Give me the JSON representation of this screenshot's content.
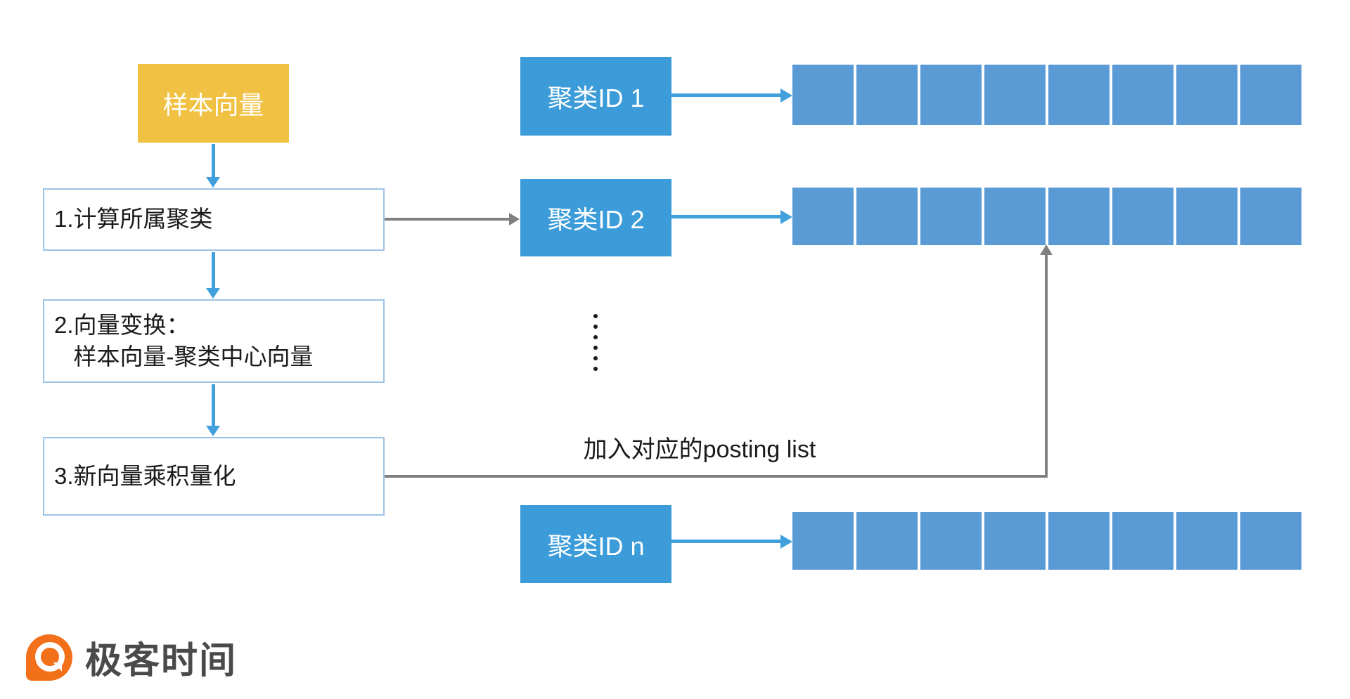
{
  "diagram": {
    "sample_vector": {
      "label": "样本向量"
    },
    "steps": [
      {
        "label": "1.计算所属聚类"
      },
      {
        "label": "2.向量变换：\n   样本向量-聚类中心向量"
      },
      {
        "label": "3.新向量乘积量化"
      }
    ],
    "clusters": [
      {
        "label": "聚类ID 1",
        "cells": 8
      },
      {
        "label": "聚类ID 2",
        "cells": 8
      },
      {
        "label": "聚类ID n",
        "cells": 8
      }
    ],
    "annotation": {
      "posting_list_label": "加入对应的posting list"
    },
    "colors": {
      "sample_box": "#F0C142",
      "cluster_box": "#3B9CD9",
      "posting_cell": "#5B9BD5",
      "arrow_blue": "#41A0DC",
      "arrow_gray": "#808080",
      "step_border": "#9DC3E6",
      "brand_orange": "#F3701B"
    }
  },
  "footer": {
    "brand_name": "极客时间"
  }
}
